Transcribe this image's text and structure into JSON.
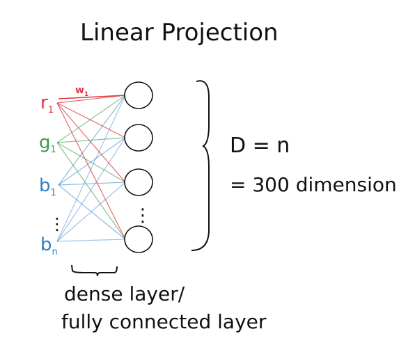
{
  "title": "Linear Projection",
  "inputs": [
    {
      "label": "r",
      "sub": "1",
      "color": "#e0383e"
    },
    {
      "label": "g",
      "sub": "1",
      "color": "#3c9a4a"
    },
    {
      "label": "b",
      "sub": "1",
      "color": "#2f7fc9"
    },
    {
      "label": "b",
      "sub": "n",
      "color": "#2f7fc9"
    }
  ],
  "weight_label": {
    "text": "w",
    "sub": "1",
    "color": "#e0383e"
  },
  "ellipsis": "⋮",
  "output_ellipsis": "⋮",
  "equation_line1": "D = n",
  "equation_line2": "= 300 dimension",
  "caption_line1": "dense layer/",
  "caption_line2": "fully connected layer",
  "colors": {
    "ink": "#111111",
    "red": "#e0383e",
    "green": "#3c9a4a",
    "blue": "#2f7fc9"
  }
}
